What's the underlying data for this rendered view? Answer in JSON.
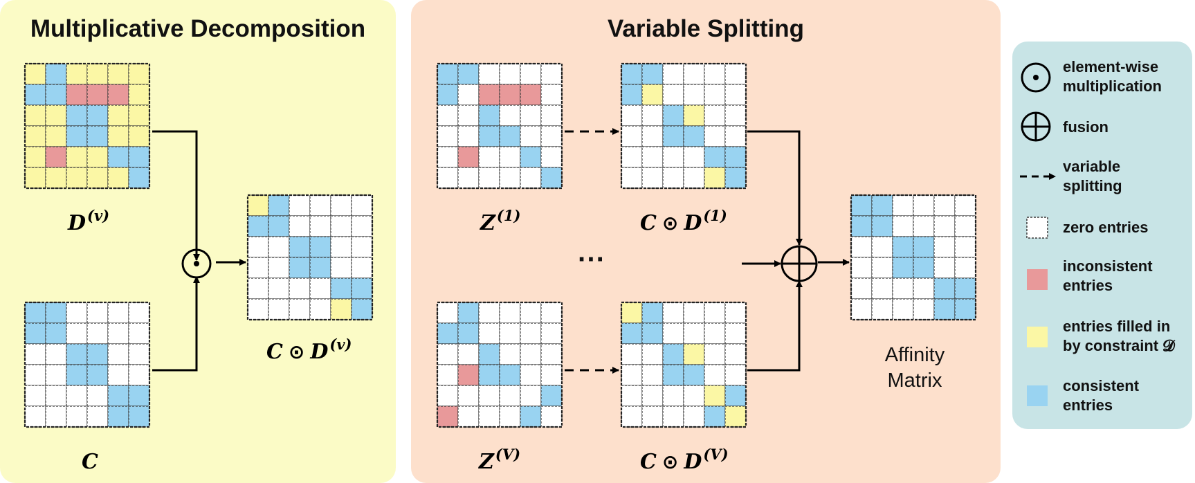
{
  "colors": {
    "panel_left": "#FBFBC6",
    "panel_middle": "#FDE0CC",
    "legend_bg": "#C8E4E6",
    "zero": "#FFFFFF",
    "inconsistent": "#E8999A",
    "filled": "#FBF7A5",
    "consistent": "#99D3F1",
    "grid_line": "#3a3a3a"
  },
  "panels": {
    "left_title": "Multiplicative Decomposition",
    "middle_title": "Variable Splitting"
  },
  "labels": {
    "Dv": {
      "base": "D",
      "sup": "(v)"
    },
    "C": {
      "base": "C"
    },
    "CDv": {
      "pre": "C",
      "op": "⊙",
      "base": "D",
      "sup": "(v)"
    },
    "Z1": {
      "base": "Z",
      "sup": "(1)"
    },
    "CD1": {
      "pre": "C",
      "op": "⊙",
      "base": "D",
      "sup": "(1)"
    },
    "ZV": {
      "base": "Z",
      "sup": "(V)"
    },
    "CDV": {
      "pre": "C",
      "op": "⊙",
      "base": "D",
      "sup": "(V)"
    },
    "affinity_line1": "Affinity",
    "affinity_line2": "Matrix",
    "ellipsis": "···"
  },
  "legend": {
    "items": [
      {
        "icon": "odot-icon",
        "lines": [
          "element-wise",
          "multiplication"
        ]
      },
      {
        "icon": "oplus-icon",
        "lines": [
          "fusion"
        ]
      },
      {
        "icon": "dashed-arrow-icon",
        "lines": [
          "variable",
          "splitting"
        ]
      },
      {
        "icon": "zero-swatch-icon",
        "lines": [
          "zero entries"
        ]
      },
      {
        "icon": "inconsistent-swatch-icon",
        "lines": [
          "inconsistent",
          "entries"
        ]
      },
      {
        "icon": "filled-swatch-icon",
        "lines": [
          "entries filled in",
          "by constraint 𝓓"
        ]
      },
      {
        "icon": "consistent-swatch-icon",
        "lines": [
          "consistent",
          "entries"
        ]
      }
    ]
  },
  "matrices": {
    "Dv": [
      "ybyyyy",
      "bbrrry",
      "yybbyy",
      "yybbyy",
      "yryybb",
      "yyyyyb"
    ],
    "C": [
      "bbwwww",
      "bbwwww",
      "wwbbww",
      "wwbbww",
      "wwwwbb",
      "wwwwbb"
    ],
    "CDv": [
      "ybwwww",
      "bbwwww",
      "wwbbww",
      "wwbbww",
      "wwwwbb",
      "wwwwyb"
    ],
    "Z1": [
      "bbwwww",
      "bwrrrw",
      "wwbwww",
      "wwbbww",
      "wrwwbw",
      "wwwwwb"
    ],
    "CD1": [
      "bbwwww",
      "bywwww",
      "wwbyww",
      "wwbbww",
      "wwwwbb",
      "wwwwyb"
    ],
    "ZV": [
      "wbwwww",
      "bbwwww",
      "wwbwww",
      "wrbbww",
      "wwwwwb",
      "rwwwbw"
    ],
    "CDV": [
      "ybwwww",
      "bbwwww",
      "wwbyww",
      "wwbbww",
      "wwwwyb",
      "wwwwby"
    ],
    "Affinity": [
      "bbwwww",
      "bbwwww",
      "wwbbww",
      "wwbbww",
      "wwwwbb",
      "wwwwbb"
    ]
  }
}
